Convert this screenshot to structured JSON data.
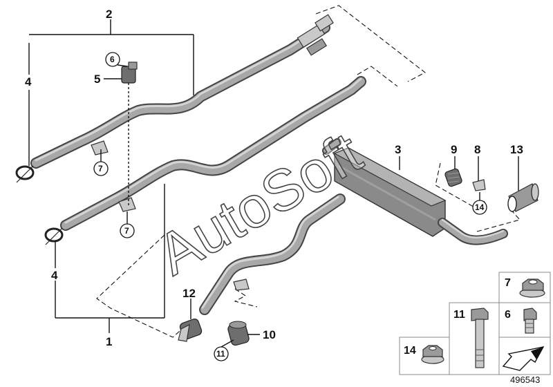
{
  "callouts": {
    "c1": "1",
    "c2": "2",
    "c3": "3",
    "c4a": "4",
    "c4b": "4",
    "c5": "5",
    "c6": "6",
    "c7a": "7",
    "c7b": "7",
    "c8": "8",
    "c9": "9",
    "c10": "10",
    "c11": "11",
    "c12": "12",
    "c13": "13",
    "c14": "14"
  },
  "fastener_table": {
    "t7": "7",
    "t11": "11",
    "t6": "6",
    "t14": "14"
  },
  "watermark": "AutoSoft",
  "document_id": "496543"
}
